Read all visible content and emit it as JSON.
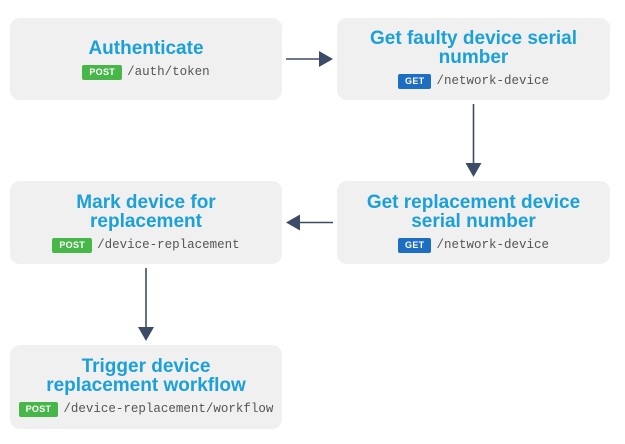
{
  "colors": {
    "title": "#1ba0d7",
    "card_bg": "#f0f0f0",
    "post_badge": "#48b74a",
    "get_badge": "#1d6ec1",
    "arrow": "#3d4c66"
  },
  "steps": [
    {
      "title_lines": [
        "Authenticate"
      ],
      "method": "POST",
      "method_kind": "post",
      "path": "/auth/token"
    },
    {
      "title_lines": [
        "Get faulty device serial",
        "number"
      ],
      "method": "GET",
      "method_kind": "get",
      "path": "/network-device"
    },
    {
      "title_lines": [
        "Get replacement device",
        "serial number"
      ],
      "method": "GET",
      "method_kind": "get",
      "path": "/network-device"
    },
    {
      "title_lines": [
        "Mark device for",
        "replacement"
      ],
      "method": "POST",
      "method_kind": "post",
      "path": "/device-replacement"
    },
    {
      "title_lines": [
        "Trigger device",
        "replacement workflow"
      ],
      "method": "POST",
      "method_kind": "post",
      "path": "/device-replacement/workflow"
    }
  ],
  "arrows": [
    {
      "from": 0,
      "to": 1
    },
    {
      "from": 1,
      "to": 2
    },
    {
      "from": 2,
      "to": 3
    },
    {
      "from": 3,
      "to": 4
    }
  ]
}
